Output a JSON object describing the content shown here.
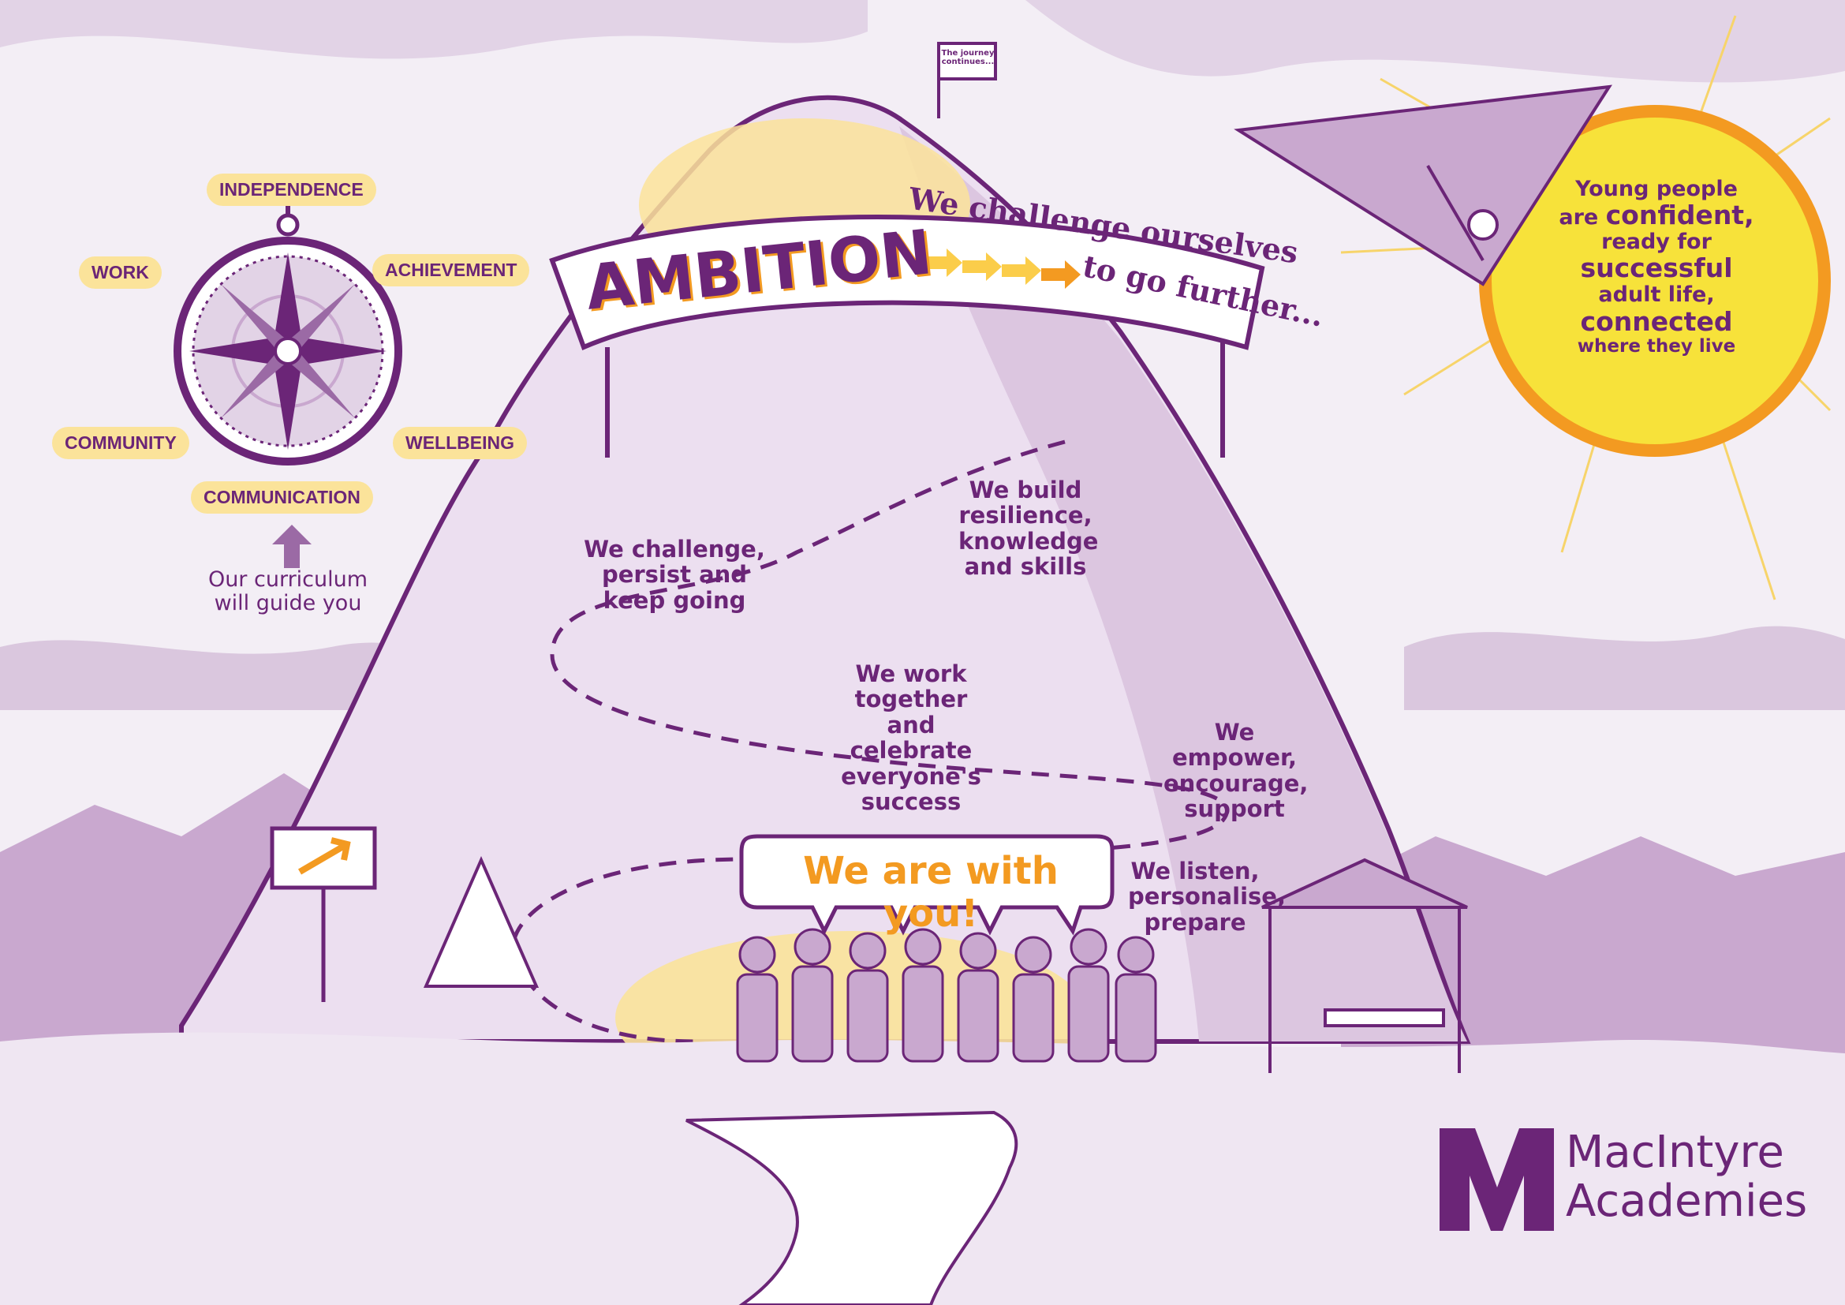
{
  "compass": {
    "points": [
      "INDEPENDENCE",
      "WORK",
      "ACHIEVEMENT",
      "COMMUNITY",
      "WELLBEING",
      "COMMUNICATION"
    ],
    "caption_line1": "Our curriculum",
    "caption_line2": "will guide you"
  },
  "banner": {
    "title": "AMBITION",
    "slogan_line1": "We challenge ourselves",
    "slogan_line2": "to go further..."
  },
  "summit_flag": {
    "line1": "The journey",
    "line2": "continues..."
  },
  "sun": {
    "line1": "Young people",
    "line2_pre": "are",
    "line2_emph": "confident,",
    "line3": "ready for",
    "line4": "successful",
    "line5": "adult life,",
    "line6": "connected",
    "line7": "where they live"
  },
  "statements": {
    "challenge": [
      "We challenge,",
      "persist and",
      "keep going"
    ],
    "build": [
      "We build",
      "resilience,",
      "knowledge",
      "and skills"
    ],
    "together": [
      "We work",
      "together and",
      "celebrate",
      "everyone's",
      "success"
    ],
    "empower": [
      "We",
      "empower,",
      "encourage,",
      "support"
    ],
    "listen": [
      "We listen,",
      "personalise,",
      "prepare"
    ]
  },
  "speech": {
    "text": "We are with you!"
  },
  "logo": {
    "line1": "MacIntyre",
    "line2": "Academies"
  },
  "colors": {
    "purple": "#6b2577",
    "lilac": "#c9a8cf",
    "orange": "#f39a21",
    "yellow": "#fbe39a",
    "sun": "#f7e23a"
  }
}
